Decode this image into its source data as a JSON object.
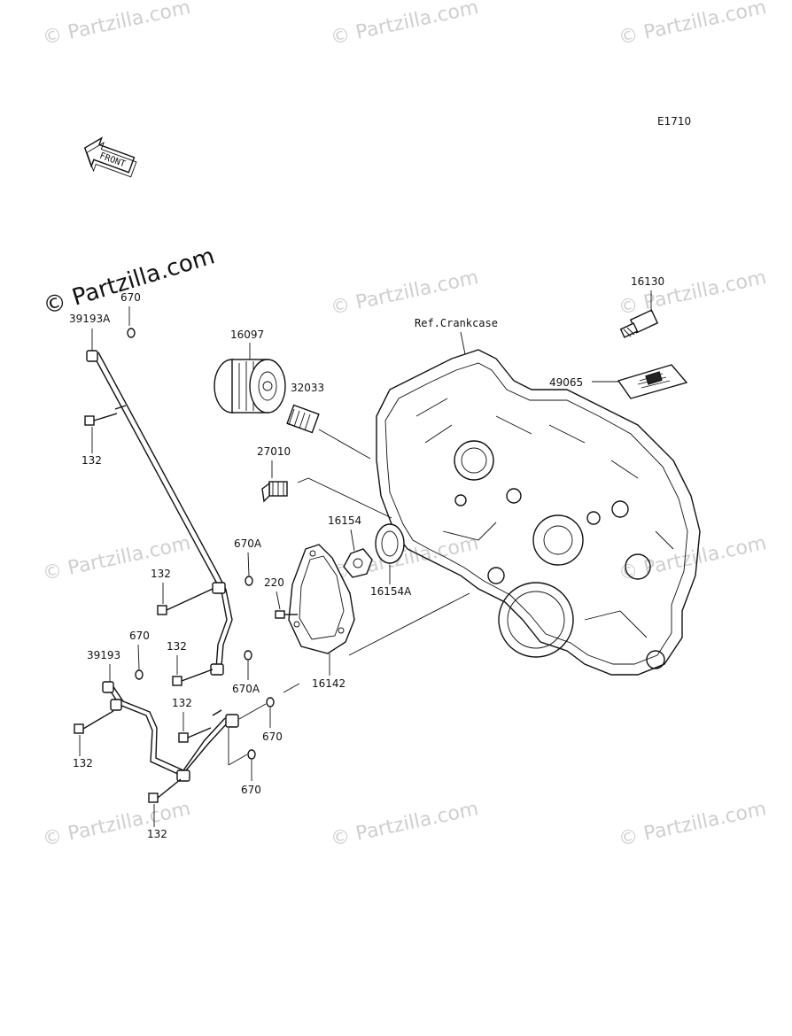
{
  "diagram_code": "E1710",
  "front_arrow_label": "FRONT",
  "reference_label": "Ref.Crankcase",
  "watermark": {
    "primary": "© Partzilla.com",
    "faded": "© Partzilla.com"
  },
  "callouts": {
    "p670_top": "670",
    "p39193A": "39193A",
    "p132_a": "132",
    "p16097": "16097",
    "p32033": "32033",
    "p27010": "27010",
    "p16154": "16154",
    "p16154A": "16154A",
    "p670A_a": "670A",
    "p132_b": "132",
    "p220": "220",
    "p670_mid": "670",
    "p39193": "39193",
    "p132_c": "132",
    "p670A_b": "670A",
    "p16142": "16142",
    "p132_d": "132",
    "p670_b": "670",
    "p132_e": "132",
    "p670_c": "670",
    "p132_f": "132",
    "p16130": "16130",
    "p49065": "49065"
  }
}
